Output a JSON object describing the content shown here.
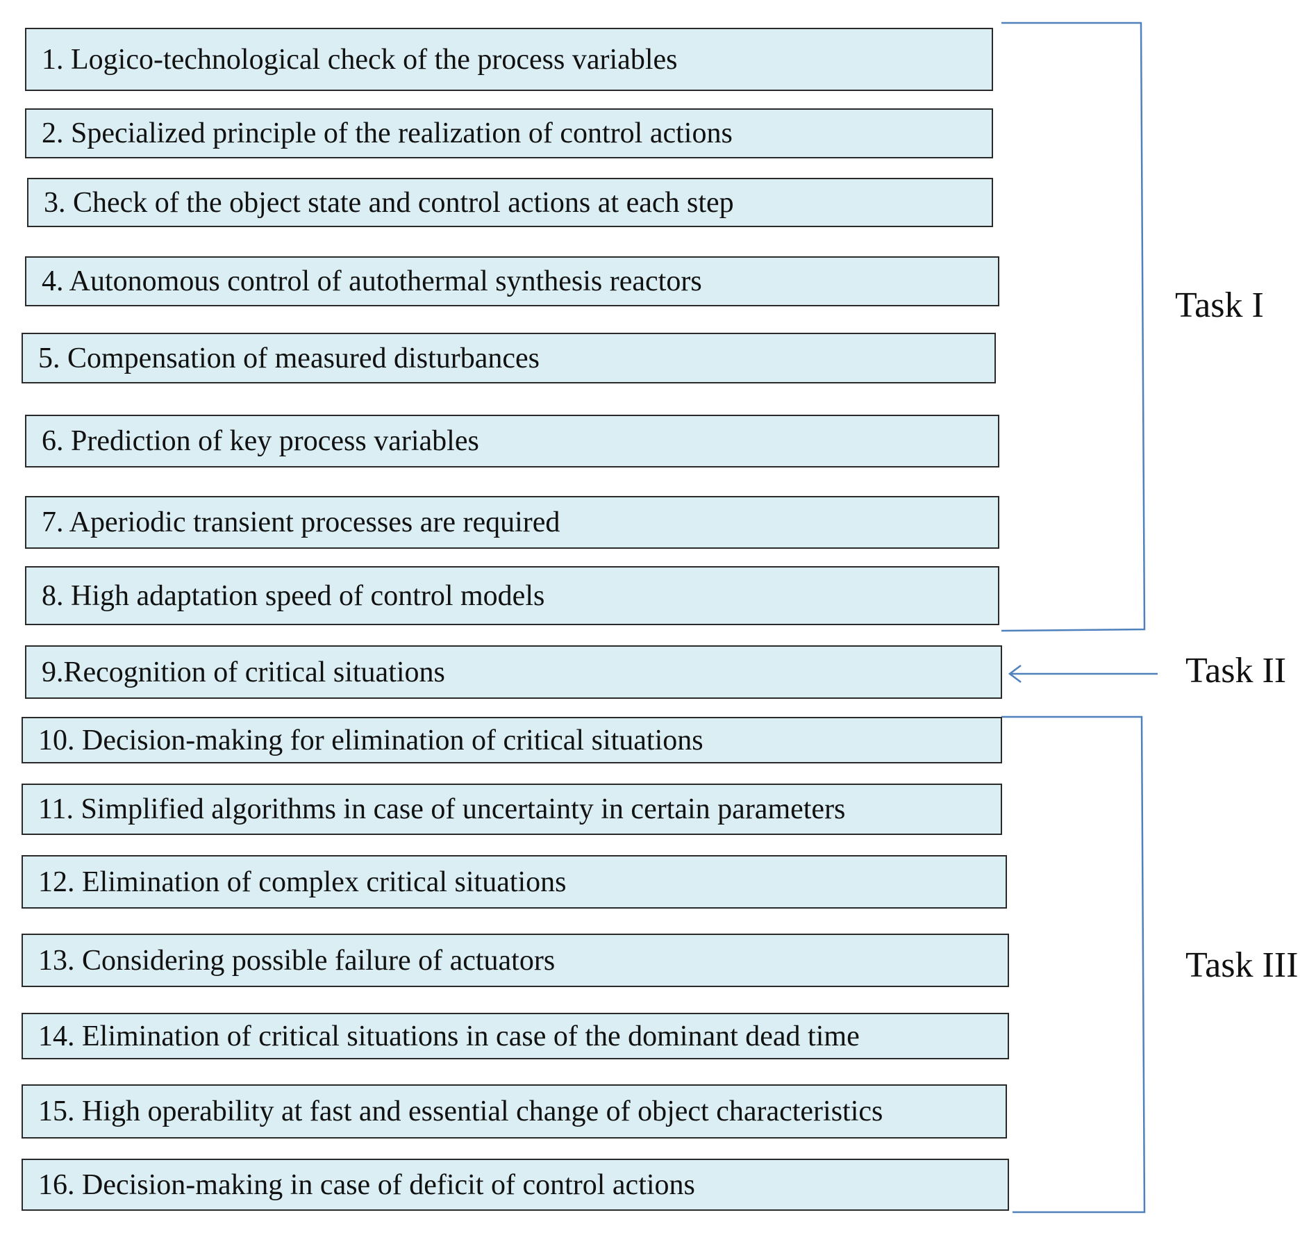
{
  "requirements": [
    {
      "id": 1,
      "text": "1. Logico-technological check of the process variables"
    },
    {
      "id": 2,
      "text": "2. Specialized principle of the realization of control actions"
    },
    {
      "id": 3,
      "text": "3. Check of the object state and control actions at each step"
    },
    {
      "id": 4,
      "text": "4. Autonomous control of autothermal synthesis reactors"
    },
    {
      "id": 5,
      "text": "5. Compensation of measured disturbances"
    },
    {
      "id": 6,
      "text": "6. Prediction of key process variables"
    },
    {
      "id": 7,
      "text": "7. Aperiodic transient processes are required"
    },
    {
      "id": 8,
      "text": "8. High adaptation speed of control models"
    },
    {
      "id": 9,
      "text": "9.Recognition of critical situations"
    },
    {
      "id": 10,
      "text": "10. Decision-making for elimination of critical situations"
    },
    {
      "id": 11,
      "text": "11. Simplified algorithms in case of uncertainty in certain parameters"
    },
    {
      "id": 12,
      "text": "12. Elimination of complex critical situations"
    },
    {
      "id": 13,
      "text": "13. Considering possible failure of actuators"
    },
    {
      "id": 14,
      "text": "14. Elimination of critical situations in case of the dominant dead time"
    },
    {
      "id": 15,
      "text": "15. High operability at fast and essential change of object characteristics"
    },
    {
      "id": 16,
      "text": "16. Decision-making in case of deficit of control actions"
    }
  ],
  "tasks": [
    {
      "label": "Task I",
      "covers": [
        1,
        8
      ],
      "connector": "bracket"
    },
    {
      "label": "Task II",
      "covers": [
        9,
        9
      ],
      "connector": "arrow"
    },
    {
      "label": "Task III",
      "covers": [
        10,
        16
      ],
      "connector": "bracket"
    }
  ],
  "colors": {
    "box_fill": "#daeef3",
    "box_border": "#2a2a2a",
    "connector": "#4f81bd",
    "text": "#111111"
  }
}
